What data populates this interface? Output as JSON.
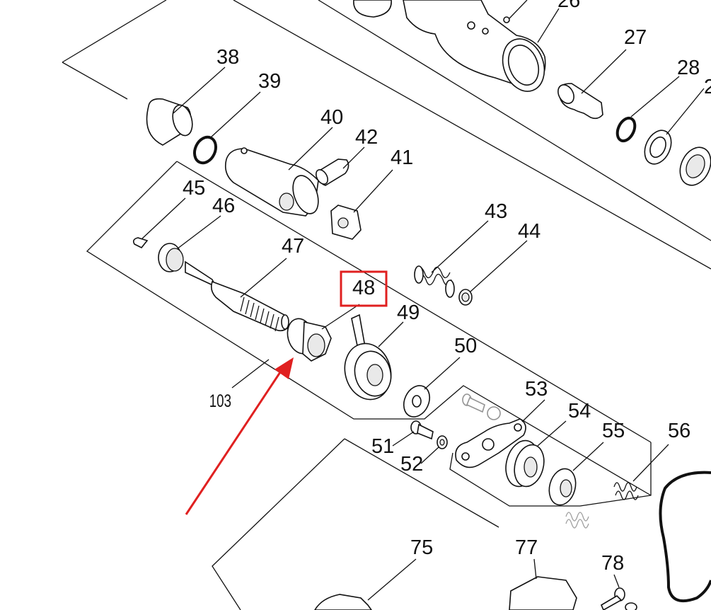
{
  "labels": {
    "l26": "26",
    "l27": "27",
    "l28": "28",
    "l29": "2",
    "l38": "38",
    "l39": "39",
    "l40": "40",
    "l41": "41",
    "l42": "42",
    "l43": "43",
    "l44": "44",
    "l45": "45",
    "l46": "46",
    "l47": "47",
    "l48": "48",
    "l49": "49",
    "l50": "50",
    "l51": "51",
    "l52": "52",
    "l53": "53",
    "l54": "54",
    "l55": "55",
    "l56": "56",
    "l75": "75",
    "l77": "77",
    "l78": "78",
    "l103": "103"
  },
  "highlight": {
    "part": "48",
    "box_color": "#e02020",
    "arrow_color": "#e02020"
  }
}
